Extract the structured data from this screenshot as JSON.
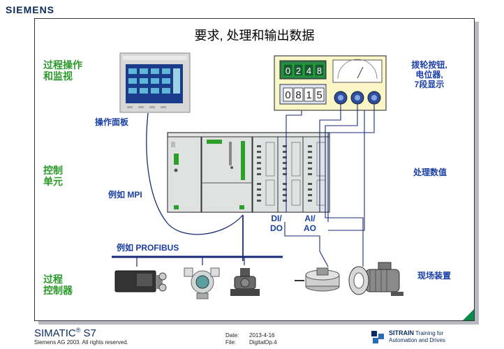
{
  "brand": "SIEMENS",
  "title": "要求, 处理和输出数据",
  "left_labels": {
    "hmi": "过程操作\n和监视",
    "control": "控制\n单元",
    "field_controller": "过程\n控制器"
  },
  "right_labels": {
    "hmi_inputs": "拨轮按钮,\n电位器,\n7段显示",
    "process_values": "处理数值",
    "field_devices": "现场装置"
  },
  "diagram_labels": {
    "operator_panel": "操作面板",
    "mpi_example": "例如 MPI",
    "profibus_example": "例如 PROFIBUS",
    "di_do": "DI/\nDO",
    "ai_ao": "AI/\nAO"
  },
  "displays": {
    "thumbwheel_digits": [
      "0",
      "2",
      "4",
      "8"
    ],
    "seven_segment_digits": [
      "0",
      "8",
      "1",
      "5"
    ]
  },
  "colors": {
    "label_green": "#2a9a2a",
    "label_blue": "#1a3ea8",
    "bus_blue": "#1a2a7a",
    "panel_yellow": "#fbf6c8"
  },
  "footer": {
    "product": "SIMATIC",
    "product_suffix": "S7",
    "reg": "®",
    "copyright": "Siemens AG 2003. All rights reserved.",
    "date_key": "Date:",
    "date_val": "2013-4-16",
    "file_key": "File:",
    "file_val": "DigitalOp.4",
    "sitrain_brand": "SITRAIN",
    "sitrain_line1": "Training for",
    "sitrain_line2": "Automation and Drives"
  }
}
